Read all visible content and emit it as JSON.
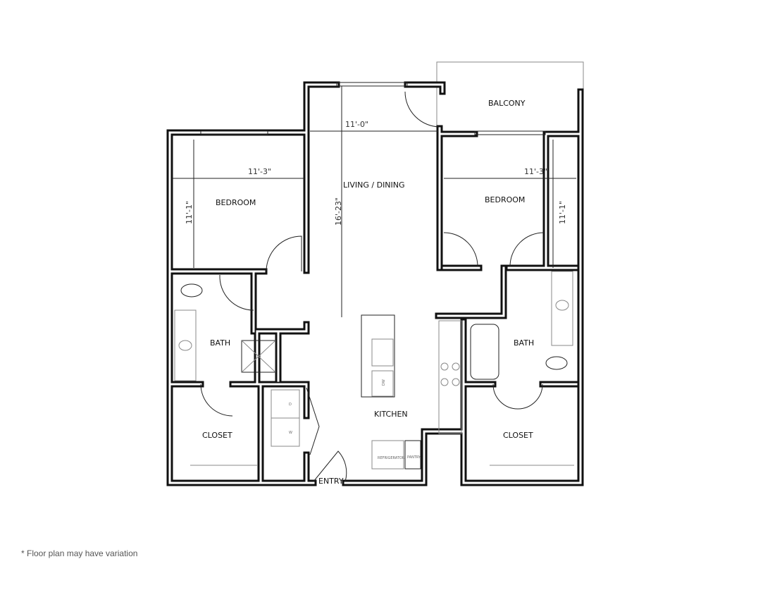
{
  "rooms": {
    "balcony": "BALCONY",
    "living": "LIVING / DINING",
    "bedroom_left": "BEDROOM",
    "bedroom_right": "BEDROOM",
    "bath_left": "BATH",
    "bath_right": "BATH",
    "closet_left": "CLOSET",
    "closet_right": "CLOSET",
    "kitchen": "KITCHEN",
    "entry": "ENTRY"
  },
  "fixtures": {
    "refrigerator": "REFRIGERATOR",
    "pantry": "PANTRY",
    "dishwasher": "DW",
    "dryer": "D",
    "washer": "W"
  },
  "dimensions": {
    "living_width": "11'-0\"",
    "living_length": "16'-23\"",
    "bedroom_left_width": "11'-3\"",
    "bedroom_left_length": "11'-1\"",
    "bedroom_right_width": "11'-3\"",
    "bedroom_right_length": "11'-1\""
  },
  "footnote": "* Floor plan may have variation"
}
